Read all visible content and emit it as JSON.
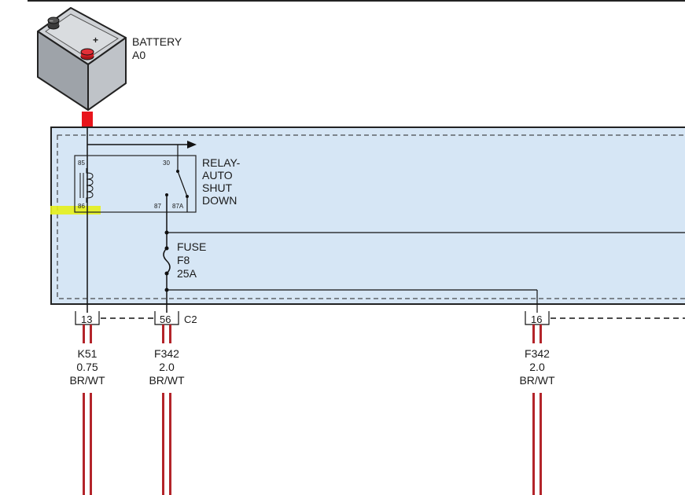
{
  "battery": {
    "name": "BATTERY",
    "id": "A0"
  },
  "relay": {
    "line1": "RELAY-",
    "line2": "AUTO",
    "line3": "SHUT",
    "line4": "DOWN",
    "pin_85": "85",
    "pin_86": "86",
    "pin_30": "30",
    "pin_87": "87",
    "pin_87a": "87A"
  },
  "fuse": {
    "name": "FUSE",
    "id": "F8",
    "rating": "25A"
  },
  "connector": {
    "name": "C2",
    "pins": [
      "13",
      "56",
      "16"
    ]
  },
  "wires": [
    {
      "circuit": "K51",
      "gauge": "0.75",
      "color": "BR/WT"
    },
    {
      "circuit": "F342",
      "gauge": "2.0",
      "color": "BR/WT"
    },
    {
      "circuit": "F342",
      "gauge": "2.0",
      "color": "BR/WT"
    }
  ],
  "colors": {
    "module_fill": "#d6e6f5",
    "wire": "#b3242a",
    "battery_lead": "#e8151c",
    "highlight": "#e6ef1a"
  }
}
